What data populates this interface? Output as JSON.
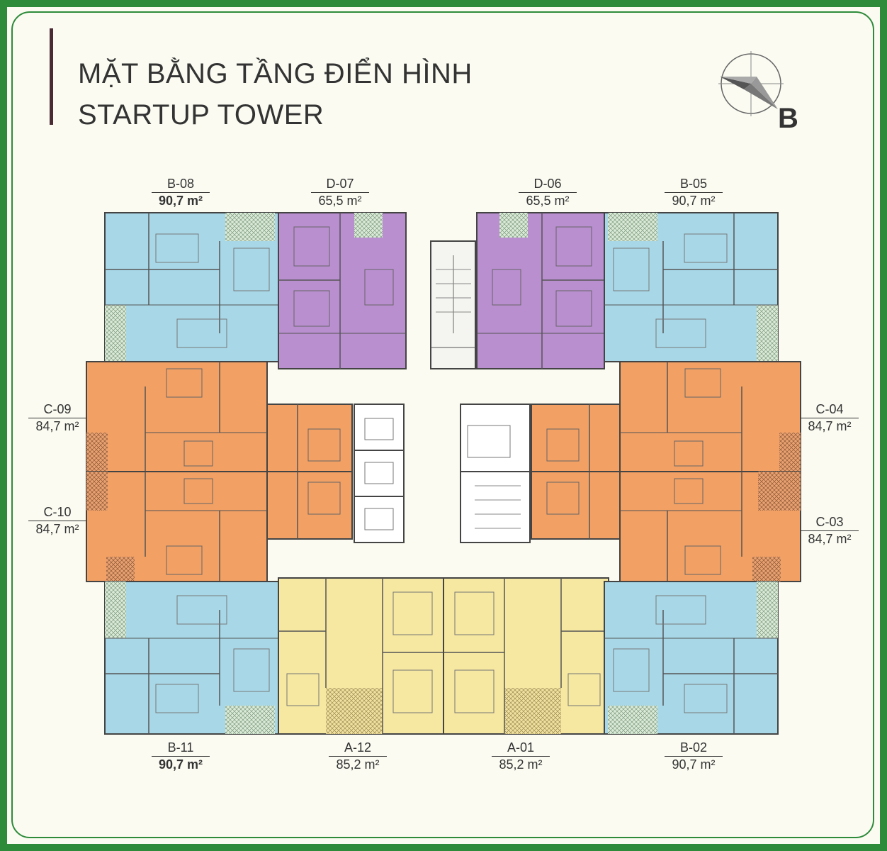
{
  "header": {
    "title": "MẶT BẰNG TẦNG ĐIỂN HÌNH",
    "subtitle": "STARTUP TOWER"
  },
  "compass": {
    "letter": "B"
  },
  "colors": {
    "typeA": "#f6e7a1",
    "typeB": "#a8d8e8",
    "typeC": "#f2a064",
    "typeD": "#b98fd0",
    "frame": "#2e8b3a",
    "background": "#fbfbf2"
  },
  "units": [
    {
      "code": "B-08",
      "area": "90,7 m²"
    },
    {
      "code": "D-07",
      "area": "65,5 m²"
    },
    {
      "code": "D-06",
      "area": "65,5 m²"
    },
    {
      "code": "B-05",
      "area": "90,7 m²"
    },
    {
      "code": "C-09",
      "area": "84,7 m²"
    },
    {
      "code": "C-04",
      "area": "84,7 m²"
    },
    {
      "code": "C-10",
      "area": "84,7 m²"
    },
    {
      "code": "C-03",
      "area": "84,7 m²"
    },
    {
      "code": "B-11",
      "area": "90,7 m²"
    },
    {
      "code": "A-12",
      "area": "85,2 m²"
    },
    {
      "code": "A-01",
      "area": "85,2 m²"
    },
    {
      "code": "B-02",
      "area": "90,7 m²"
    }
  ]
}
